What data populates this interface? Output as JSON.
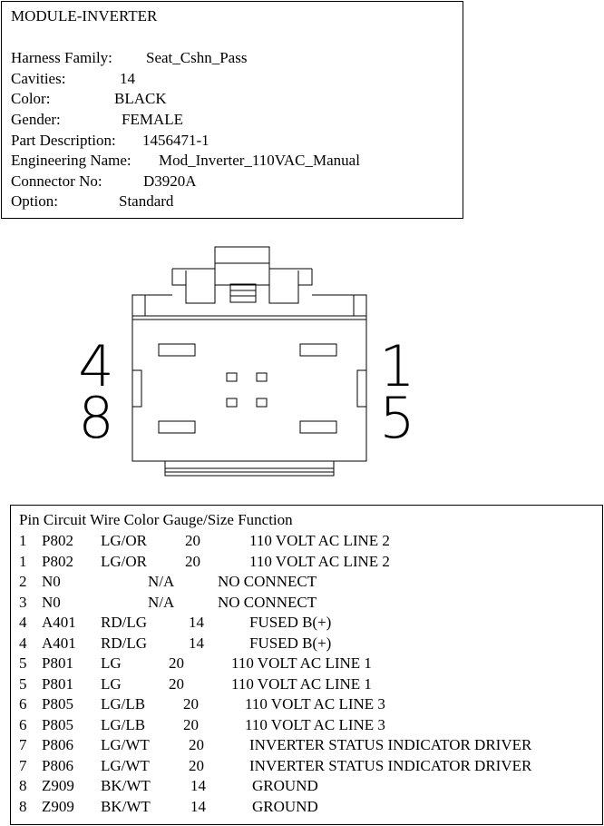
{
  "info": {
    "title": "MODULE-INVERTER",
    "fields": [
      {
        "label": "Harness Family:",
        "value": "Seat_Cshn_Pass"
      },
      {
        "label": "Cavities:",
        "value": "14"
      },
      {
        "label": "Color:",
        "value": "BLACK"
      },
      {
        "label": "Gender:",
        "value": "FEMALE"
      },
      {
        "label": "Part Description:",
        "value": "1456471-1"
      },
      {
        "label": "Engineering Name:",
        "value": "Mod_Inverter_110VAC_Manual"
      },
      {
        "label": "Connector No:",
        "value": "D3920A"
      },
      {
        "label": "Option:",
        "value": "Standard"
      }
    ]
  },
  "connector": {
    "pin_labels": {
      "top_left": "4",
      "bottom_left": "8",
      "top_right": "1",
      "bottom_right": "5"
    }
  },
  "table": {
    "header": "Pin Circuit  Wire Color  Gauge/Size  Function",
    "rows": [
      {
        "pin": "1",
        "circuit": "P802",
        "color": "LG/OR",
        "gauge": "20",
        "function": "110 VOLT AC LINE 2"
      },
      {
        "pin": "1",
        "circuit": "P802",
        "color": "LG/OR",
        "gauge": "20",
        "function": "110 VOLT AC LINE 2"
      },
      {
        "pin": "2",
        "circuit": "N0",
        "color": "N/A",
        "gauge": "",
        "function": "NO CONNECT"
      },
      {
        "pin": "3",
        "circuit": "N0",
        "color": "N/A",
        "gauge": "",
        "function": "NO CONNECT"
      },
      {
        "pin": "4",
        "circuit": "A401",
        "color": "RD/LG",
        "gauge": "14",
        "function": "FUSED B(+)"
      },
      {
        "pin": "4",
        "circuit": "A401",
        "color": "RD/LG",
        "gauge": "14",
        "function": "FUSED B(+)"
      },
      {
        "pin": "5",
        "circuit": "P801",
        "color": "LG",
        "gauge": "20",
        "function": "110 VOLT AC LINE 1"
      },
      {
        "pin": "5",
        "circuit": "P801",
        "color": "LG",
        "gauge": "20",
        "function": "110 VOLT AC LINE 1"
      },
      {
        "pin": "6",
        "circuit": "P805",
        "color": "LG/LB",
        "gauge": "20",
        "function": "110 VOLT AC LINE 3"
      },
      {
        "pin": "6",
        "circuit": "P805",
        "color": "LG/LB",
        "gauge": "20",
        "function": "110 VOLT AC LINE 3"
      },
      {
        "pin": "7",
        "circuit": "P806",
        "color": "LG/WT",
        "gauge": "20",
        "function": "INVERTER STATUS INDICATOR DRIVER"
      },
      {
        "pin": "7",
        "circuit": "P806",
        "color": "LG/WT",
        "gauge": "20",
        "function": "INVERTER STATUS INDICATOR DRIVER"
      },
      {
        "pin": "8",
        "circuit": "Z909",
        "color": "BK/WT",
        "gauge": "14",
        "function": "GROUND"
      },
      {
        "pin": "8",
        "circuit": "Z909",
        "color": "BK/WT",
        "gauge": "14",
        "function": "GROUND"
      }
    ]
  }
}
